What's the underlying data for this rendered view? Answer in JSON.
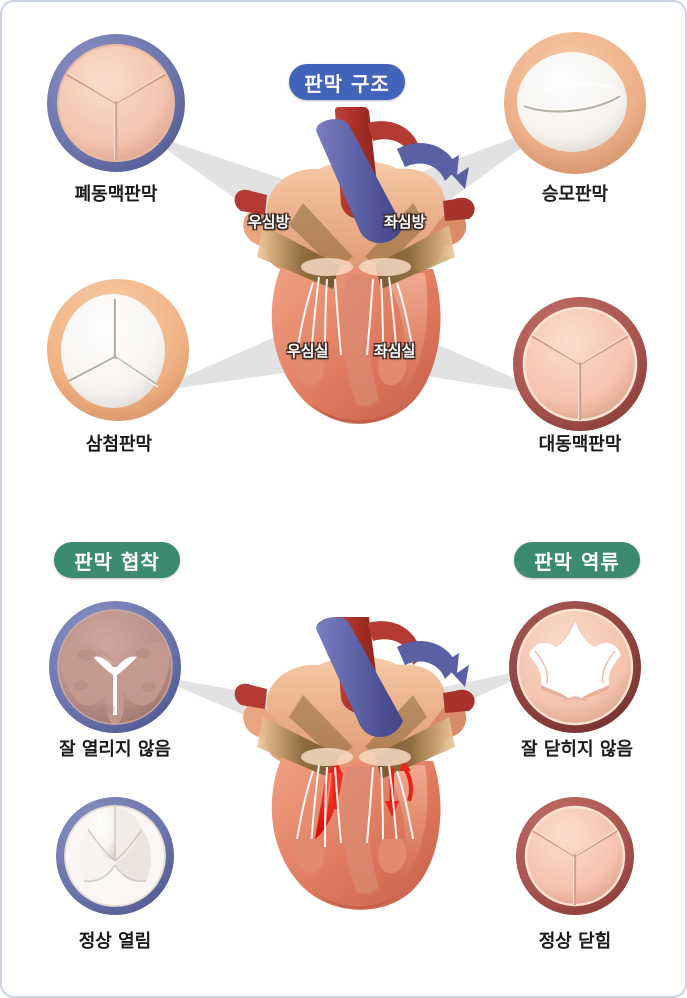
{
  "page": {
    "title": "판막 구조",
    "background": "#ffffff",
    "border_color": "#c9d2e2"
  },
  "sections": [
    {
      "id": "structure",
      "badge": {
        "label": "판막 구조",
        "color": "#4263ba"
      },
      "heart_labels": [
        {
          "name": "right-atrium",
          "text": "우심방"
        },
        {
          "name": "left-atrium",
          "text": "좌심방"
        },
        {
          "name": "right-ventricle",
          "text": "우심실"
        },
        {
          "name": "left-ventricle",
          "text": "좌심실"
        }
      ],
      "valves": [
        {
          "id": "pulmonary",
          "caption": "폐동맥판막",
          "ring_color": "#6b74ab",
          "leaflet_color": "#f2c4ae",
          "state": "closed-tricuspid"
        },
        {
          "id": "mitral",
          "caption": "승모판막",
          "ring_color": "#edb088",
          "leaflet_color": "#f7f4f1",
          "state": "closed-bicuspid"
        },
        {
          "id": "tricuspid",
          "caption": "삼첨판막",
          "ring_color": "#f0b183",
          "leaflet_color": "#f8f5f2",
          "state": "closed-tricuspid-white"
        },
        {
          "id": "aortic",
          "caption": "대동맥판막",
          "ring_color": "#a8544f",
          "leaflet_color": "#f5c3ae",
          "state": "closed-tricuspid"
        }
      ]
    },
    {
      "id": "disease",
      "badges": [
        {
          "id": "stenosis",
          "label": "판막 협착",
          "color": "#3d8a72"
        },
        {
          "id": "regurgitation",
          "label": "판막 역류",
          "color": "#3d8a72"
        }
      ],
      "valves": [
        {
          "id": "stenosis-abnormal",
          "caption": "잘 열리지 않음",
          "ring_color": "#6b74ab",
          "leaflet_color": "#bb9189",
          "state": "stenotic"
        },
        {
          "id": "regurgitation-abnormal",
          "caption": "잘 닫히지 않음",
          "ring_color": "#8f4340",
          "leaflet_color": "#f3c3ad",
          "state": "regurgitant"
        },
        {
          "id": "stenosis-normal",
          "caption": "정상 열림",
          "ring_color": "#6b74ab",
          "leaflet_color": "#f7f3ef",
          "state": "open-normal"
        },
        {
          "id": "regurgitation-normal",
          "caption": "정상 닫힘",
          "ring_color": "#a8544f",
          "leaflet_color": "#f5c3ae",
          "state": "closed-tricuspid"
        }
      ]
    }
  ],
  "anatomy_colors": {
    "aorta": "#b33b33",
    "pulmonary_artery": "#5b5fa4",
    "myocardium": "#e07a5f",
    "valve_plane": "#8a6a3a",
    "chordae": "#ffffff",
    "flow_arrow": "#e8231a"
  }
}
